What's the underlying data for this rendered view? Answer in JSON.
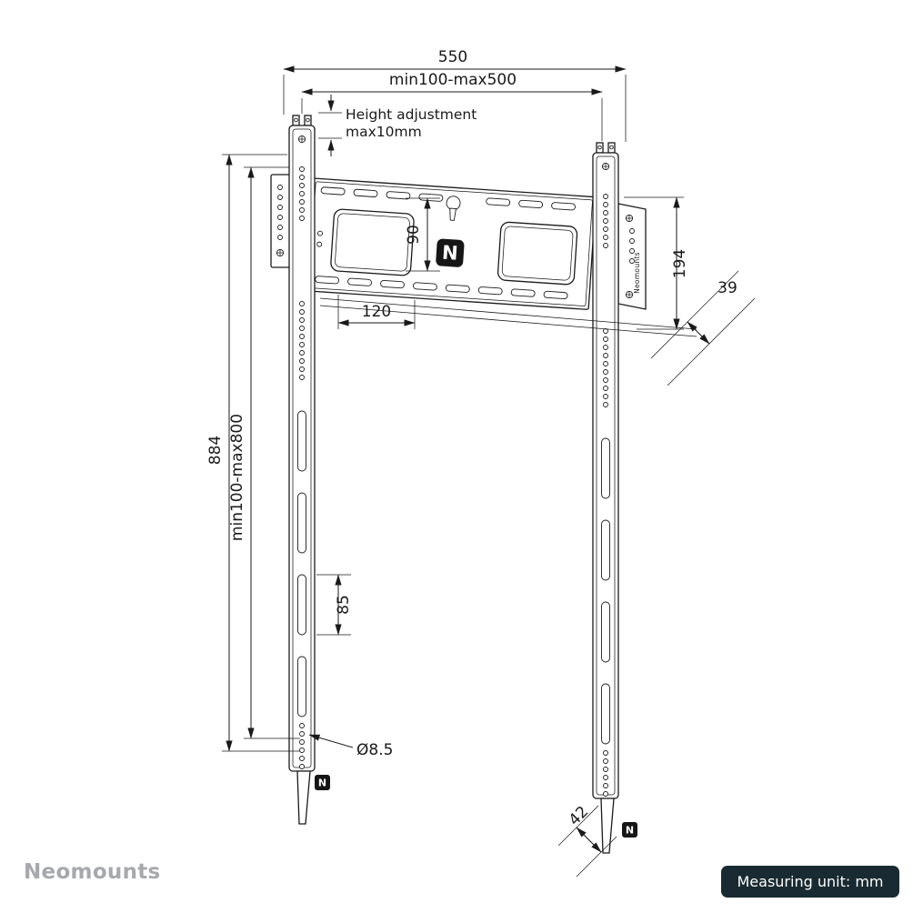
{
  "labels": {
    "total_width": "550",
    "vesa_width": "min100-max500",
    "height_adjustment_line1": "Height adjustment",
    "height_adjustment_line2": "max10mm",
    "opening_height": "90",
    "opening_width": "120",
    "side_bracket_height": "194",
    "profile_depth": "39",
    "total_height": "884",
    "vesa_height": "min100-max800",
    "slot_length": "85",
    "hole_diameter": "Ø8.5",
    "rail_width": "42"
  },
  "logo": {
    "letter": "N",
    "vertical_brand": "Neomounts"
  },
  "footer": {
    "brand": "Neomounts",
    "badge": "Measuring unit: mm"
  },
  "colors": {
    "line": "#1a1a1a",
    "brand_gray": "#a6a8ab",
    "badge_bg": "#192a32",
    "badge_text": "#ffffff",
    "logo_bg": "#161616"
  }
}
